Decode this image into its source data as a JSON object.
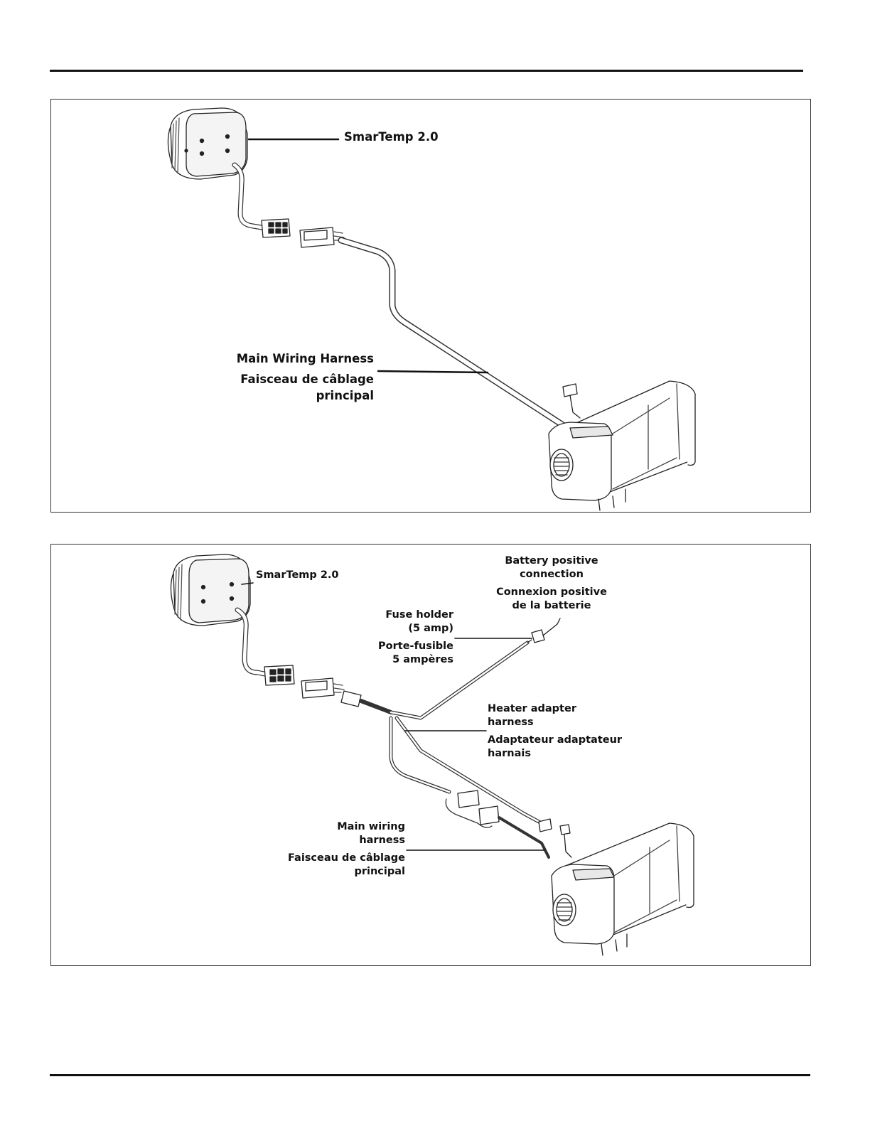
{
  "diagram1": {
    "smartemp_label": "SmarTemp 2.0",
    "main_harness_en": "Main Wiring Harness",
    "main_harness_fr_1": "Faisceau de câblage",
    "main_harness_fr_2": "principal"
  },
  "diagram2": {
    "smartemp_label": "SmarTemp 2.0",
    "battery_en_1": "Battery positive",
    "battery_en_2": "connection",
    "battery_fr_1": "Connexion positive",
    "battery_fr_2": "de la batterie",
    "fuse_en_1": "Fuse holder",
    "fuse_en_2": "(5 amp)",
    "fuse_fr_1": "Porte-fusible",
    "fuse_fr_2": "5 ampères",
    "adapter_en_1": "Heater adapter",
    "adapter_en_2": "harness",
    "adapter_fr_1": "Adaptateur adaptateur",
    "adapter_fr_2": "harnais",
    "main_en_1": "Main wiring",
    "main_en_2": "harness",
    "main_fr_1": "Faisceau de câblage",
    "main_fr_2": "principal"
  }
}
